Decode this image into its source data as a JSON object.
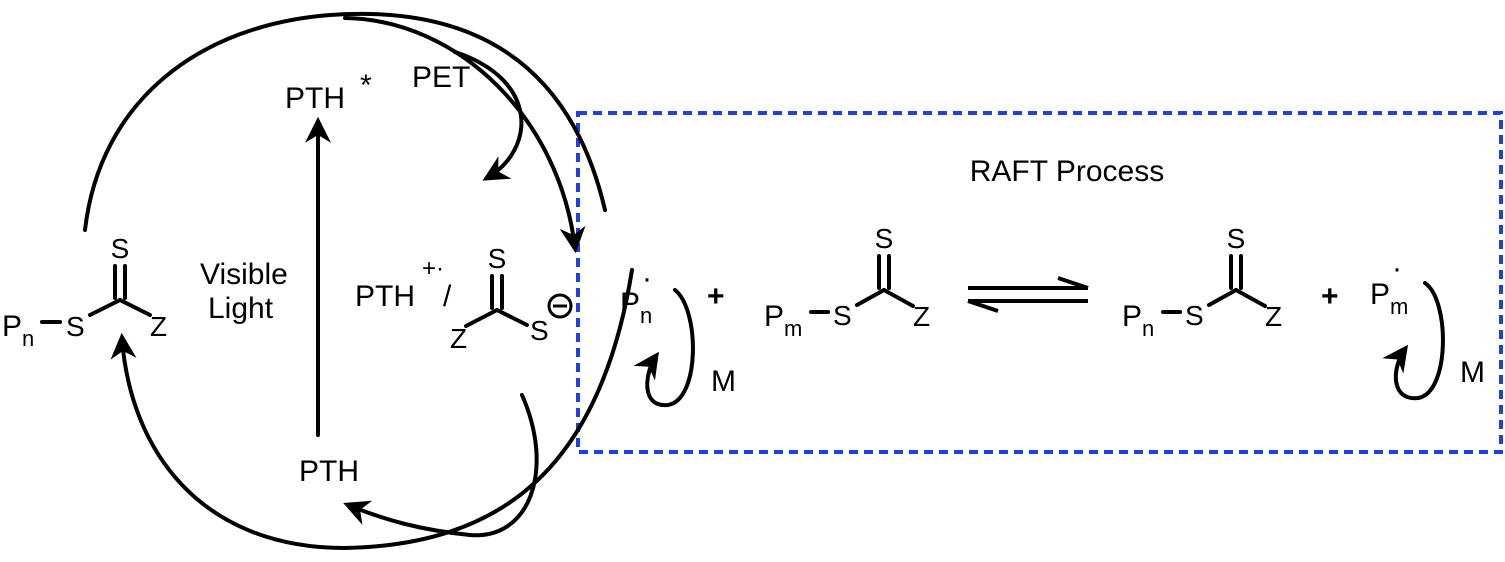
{
  "diagram": {
    "raft_process_label": "RAFT Process",
    "visible_light_line1": "Visible",
    "visible_light_line2": "Light",
    "pth_excited": "PTH",
    "excited_star": "*",
    "pet_label": "PET",
    "pth_ground": "PTH",
    "pth_radical_cation": "PTH",
    "radical_cation_charge": "+·",
    "slash": "/",
    "trithiocarbonate_anion": {
      "s_top": "S",
      "z": "Z",
      "s_right": "S",
      "charge": "⊖"
    },
    "left_cta": {
      "polymer": "P",
      "polymer_sub": "n",
      "s_left": "S",
      "s_top": "S",
      "z": "Z"
    },
    "pn_radical": {
      "polymer": "P",
      "polymer_sub": "n",
      "dot": "·",
      "monomer": "M"
    },
    "plus1": "+",
    "middle_cta": {
      "polymer": "P",
      "polymer_sub": "m",
      "s_left": "S",
      "s_top": "S",
      "z": "Z"
    },
    "right_cta": {
      "polymer": "P",
      "polymer_sub": "n",
      "s_left": "S",
      "s_top": "S",
      "z": "Z"
    },
    "plus2": "+",
    "pm_radical": {
      "polymer": "P",
      "polymer_sub": "m",
      "dot": "·",
      "monomer": "M"
    },
    "colors": {
      "dashed_box": "#1f3fe0",
      "ink": "#000000"
    }
  }
}
